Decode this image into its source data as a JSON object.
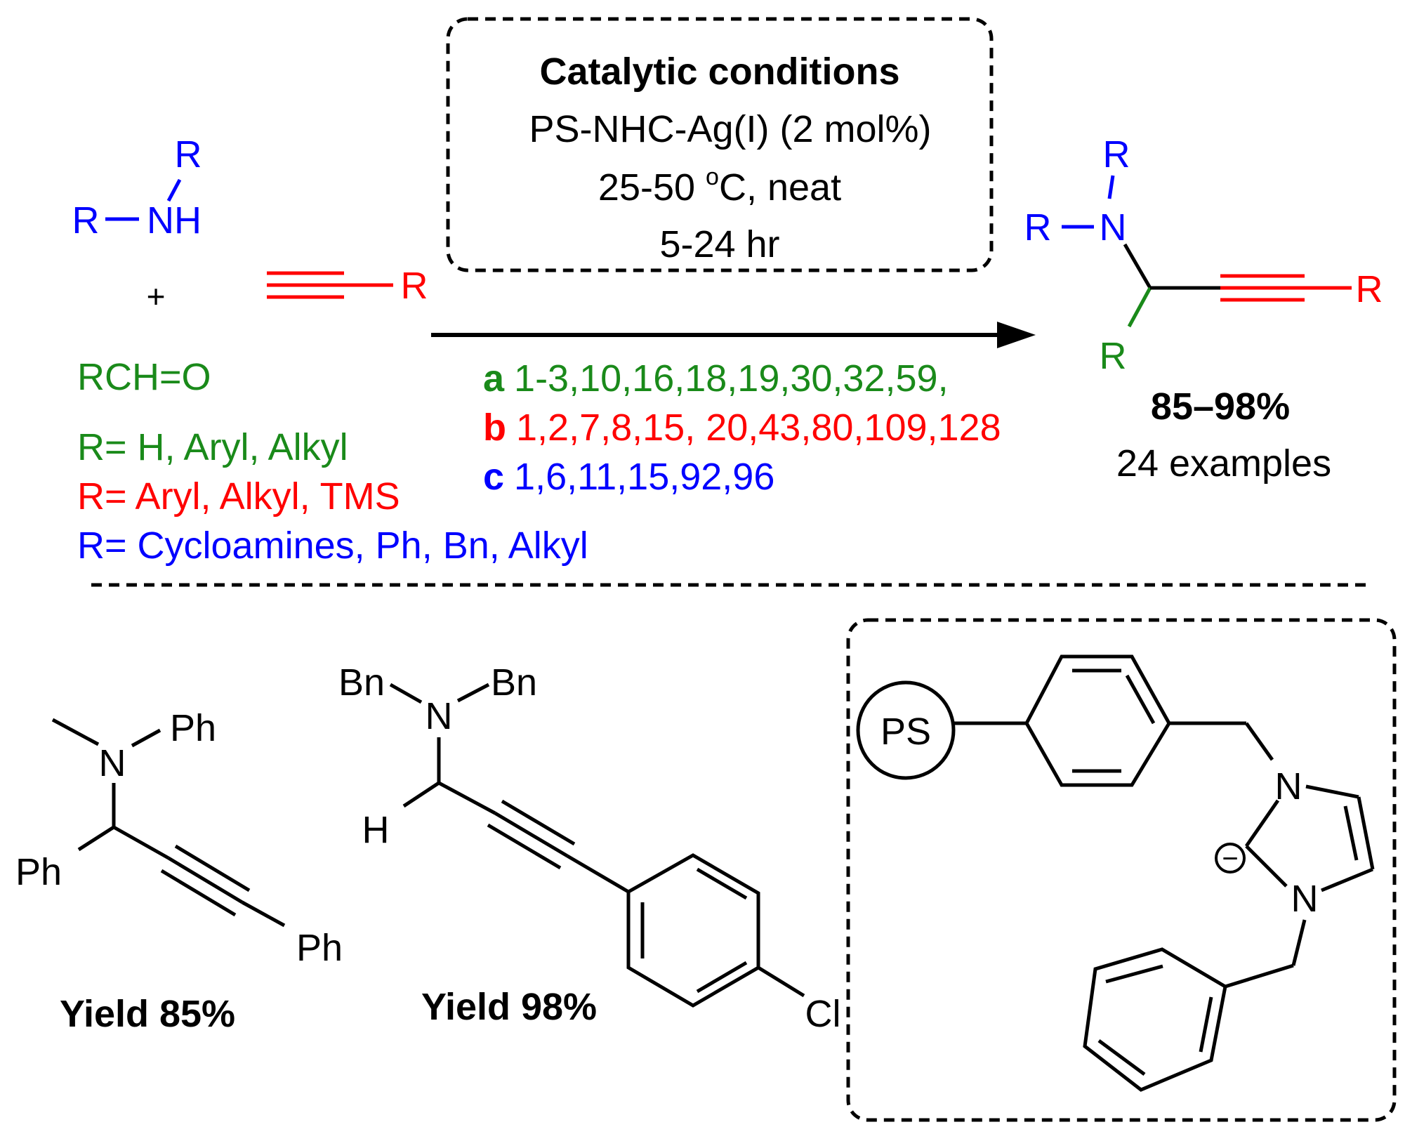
{
  "colors": {
    "black": "#000000",
    "green": "#1a8a1a",
    "red": "#ff0000",
    "blue": "#0000ff"
  },
  "conditions": {
    "title": "Catalytic conditions",
    "catalyst": "PS-NHC-Ag(I) (2 mol%)",
    "temperature_main": "25-50 ",
    "temperature_sup": "o",
    "temperature_tail": "C, neat",
    "time": "5-24 hr"
  },
  "reactants": {
    "amine_R_top": "R",
    "amine_R_left": "R",
    "amine_NH": "NH",
    "plus": "+",
    "alkyne_R": "R",
    "aldehyde": "RCH=O"
  },
  "r_groups": {
    "aldehyde": "R= H, Aryl, Alkyl",
    "alkyne": "R= Aryl, Alkyl, TMS",
    "amine": "R= Cycloamines, Ph, Bn, Alkyl"
  },
  "refs": [
    {
      "tag": "a",
      "list": "1-3,10,16,18,19,30,32,59,"
    },
    {
      "tag": "b",
      "list": "1,2,7,8,15, 20,43,80,109,128"
    },
    {
      "tag": "c",
      "list": "1,6,11,15,92,96"
    }
  ],
  "product": {
    "R_top": "R",
    "R_left": "R",
    "N": "N",
    "R_bottom": "R",
    "R_right": "R",
    "yield_range": "85–98%",
    "examples": "24 examples"
  },
  "example1": {
    "N": "N",
    "Ph_top": "Ph",
    "Ph_left": "Ph",
    "Ph_right": "Ph",
    "yield": "Yield 85%"
  },
  "example2": {
    "Bn_left": "Bn",
    "Bn_right": "Bn",
    "N": "N",
    "H": "H",
    "Cl": "Cl",
    "yield": "Yield 98%"
  },
  "catalyst_structure": {
    "PS": "PS",
    "N_top": "N",
    "N_bottom": "N",
    "charge": "−"
  }
}
